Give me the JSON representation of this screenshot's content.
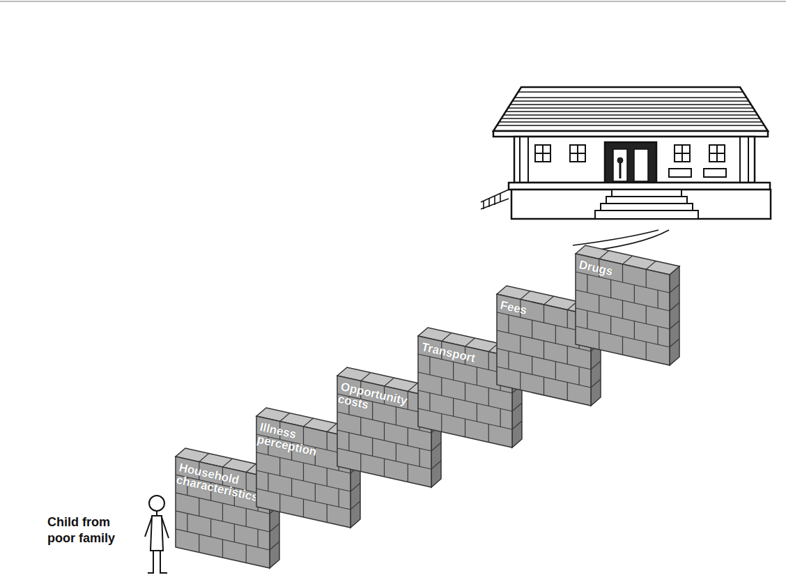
{
  "diagram": {
    "nodes": [
      {
        "text": [
          "Household characteristics"
        ]
      },
      {
        "text": [
          "Illness perception"
        ]
      },
      {
        "text": [
          "Opportunity costs"
        ]
      },
      {
        "text": [
          "Transport"
        ]
      },
      {
        "text": [
          "Fees"
        ]
      },
      {
        "text": [
          "Drugs"
        ]
      }
    ],
    "labels": [
      "Child from poor family"
    ]
  }
}
